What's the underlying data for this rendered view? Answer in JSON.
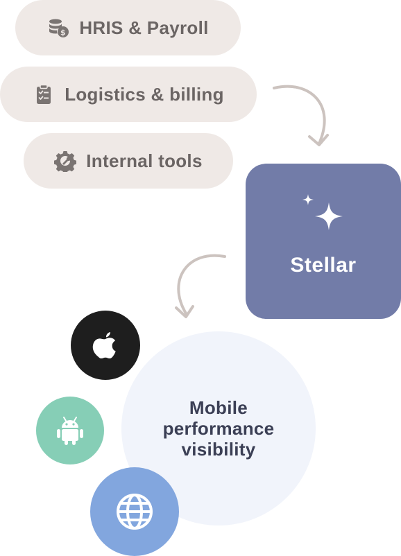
{
  "sources": [
    {
      "label": "HRIS & Payroll",
      "icon": "database-dollar-icon"
    },
    {
      "label": "Logistics & billing",
      "icon": "clipboard-checklist-icon"
    },
    {
      "label": "Internal tools",
      "icon": "gear-wrench-icon"
    }
  ],
  "hub": {
    "label": "Stellar",
    "icon": "sparkle-icon"
  },
  "outcome": {
    "line1": "Mobile",
    "line2": "performance",
    "line3": "visibility"
  },
  "platforms": [
    {
      "icon": "apple-icon"
    },
    {
      "icon": "android-icon"
    },
    {
      "icon": "globe-icon"
    }
  ],
  "colors": {
    "pill_bg": "#efe9e6",
    "pill_text": "#6b6564",
    "hub_bg": "#727ca8",
    "outcome_bg": "#f1f4fb",
    "apple_bg": "#1e1e1e",
    "android_bg": "#86ceb6",
    "web_bg": "#82a6de",
    "arrow": "#ccc3bf"
  }
}
